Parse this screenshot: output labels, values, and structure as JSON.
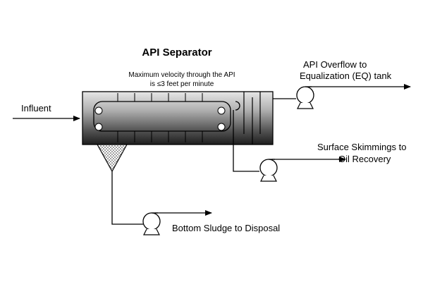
{
  "diagram": {
    "title": "API Separator",
    "note_line1": "Maximum velocity through the API",
    "note_line2": "is ≤3 feet per minute",
    "influent_label": "Influent",
    "overflow_line1": "API Overflow to",
    "overflow_line2": "Equalization (EQ) tank",
    "skimmings_line1": "Surface Skimmings to",
    "skimmings_line2": "Oil Recovery",
    "sludge_label": "Bottom Sludge to Disposal"
  },
  "icons": {
    "pump": "pump-icon",
    "arrow": "arrow-head-icon"
  }
}
